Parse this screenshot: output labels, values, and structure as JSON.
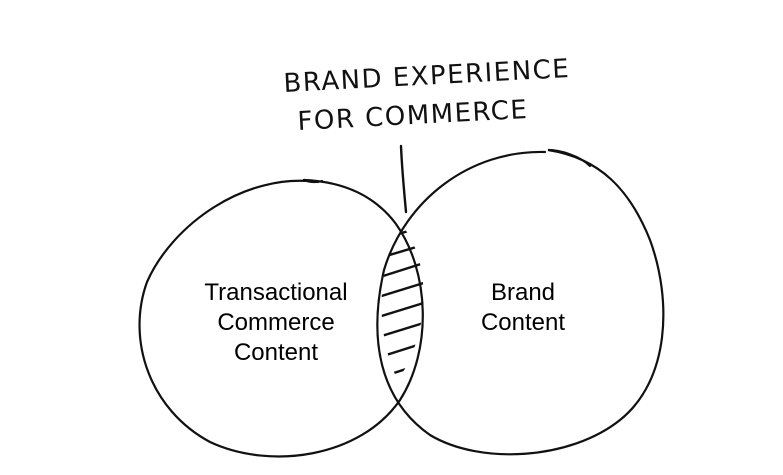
{
  "annotation": {
    "line1": "BRAND EXPERIENCE",
    "line2": "FOR COMMERCE"
  },
  "left_circle": {
    "line1": "Transactional",
    "line2": "Commerce",
    "line3": "Content"
  },
  "right_circle": {
    "line1": "Brand",
    "line2": "Content"
  },
  "colors": {
    "ink": "#111111",
    "background": "#ffffff"
  }
}
